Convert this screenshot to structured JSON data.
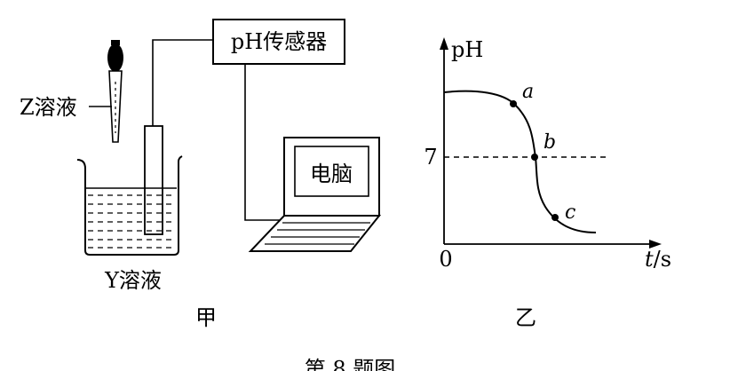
{
  "apparatus": {
    "sensor_label": "pH传感器",
    "computer_label": "电脑",
    "dropper_label": "Z溶液",
    "beaker_label": "Y溶液",
    "caption": "甲"
  },
  "graph": {
    "y_axis_label": "pH",
    "x_axis_label_var": "t",
    "x_axis_label_unit": "/s",
    "origin_label": "0",
    "reference_value_label": "7",
    "caption": "乙",
    "points": [
      {
        "label": "a"
      },
      {
        "label": "b"
      },
      {
        "label": "c"
      }
    ]
  },
  "figure_caption": "第 8 题图"
}
